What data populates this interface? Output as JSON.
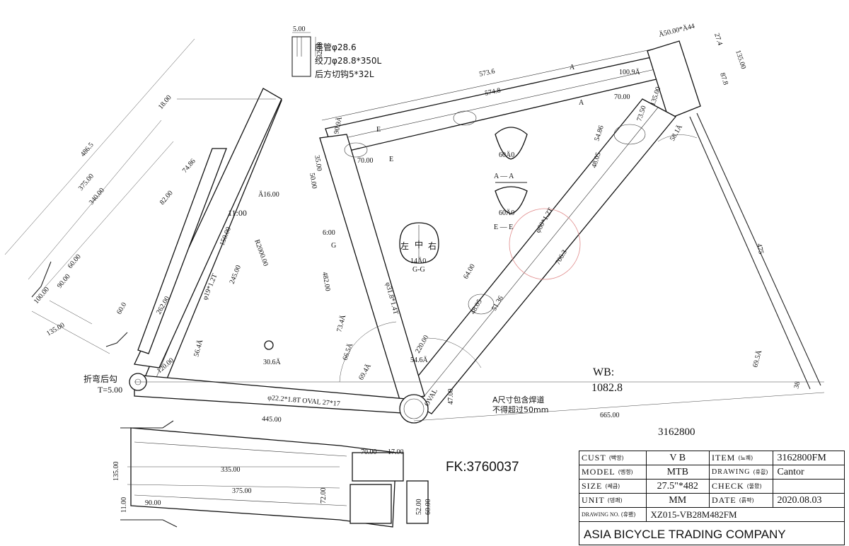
{
  "drawing": {
    "seat_insert_notes": [
      "座管φ28.6",
      "绞刀φ28.8*350L",
      "后方切钩5*32L"
    ],
    "insert_dims": [
      "5.00",
      "32.00"
    ],
    "dimensions": {
      "top_tube_a": "573.6",
      "top_tube_e": "574.8",
      "head_angle": "Ä50.00*Ä44",
      "ht_dim1": "27.4",
      "ht_dim2": "135.00",
      "ht_dim3": "87.8",
      "ht_offset": "35.00",
      "ht_box": "100.9Ä",
      "ht_70": "70.00",
      "ht_135": "135.00",
      "dt_73": "73.50",
      "dt_5486": "54.86",
      "dt_4805": "48.05",
      "ht_angle": "58.1Ä",
      "st_angle_top": "90.9Ä",
      "st_35": "35.00",
      "st_70": "70.00",
      "st_50": "50.00",
      "st_a16": "Ä16.00",
      "st_482": "482.00",
      "st_tube": "φ31.8*1.4T",
      "st_angle": "73.4Ä",
      "st_66": "66.5Ä",
      "st_69": "69.4Ä",
      "dt_tube": "φ60*1.2T",
      "dt_706": "706.3",
      "dt_64": "64.00",
      "dt_48": "48.05",
      "dt_5136": "51.36",
      "dt_220": "220.00",
      "dt_546": "54.6Ä",
      "bb_oval": "OVAL",
      "bb_47": "47.00",
      "ss_tube": "φ19*1.2T",
      "ss_245": "245.00",
      "ss_r2000": "R2000.00",
      "ss_150": "150.00",
      "ss_1100": "11:00",
      "ss_600": "6:00",
      "ss_g": "G",
      "cs_tube": "φ22.2*1.8T OVAL 27*17",
      "cs_445": "445.00",
      "wb_665": "665.00",
      "reach_475": "475",
      "angle_695": "69.5Ä",
      "dim_38": "38",
      "rear_4865": "486.5",
      "rear_375": "375.00",
      "rear_340": "340.00",
      "rear_74": "74.86",
      "rear_82": "82.00",
      "rear_18": "18.00",
      "rear_60": "60.00",
      "rear_90": "90.00",
      "rear_100": "100.00",
      "rear_135": "135.00",
      "rear_600": "60.0",
      "rear_262": "262.00",
      "rear_56": "56.4Ä",
      "rear_120": "120.00",
      "rear_30": "30.6Ä",
      "dropout_note": "折弯后勾",
      "dropout_t": "T=5.00",
      "section_aa": "A — A",
      "section_ee": "E — E",
      "section_gg": "G-G",
      "section_60": "60Ä0",
      "section_left": "左",
      "section_right": "右",
      "section_mid": "中",
      "section_14": "14Ä0",
      "label_a": "A",
      "label_e": "E",
      "bot_135": "135.00",
      "bot_335": "335.00",
      "bot_375": "375.00",
      "bot_90": "90.00",
      "bot_70": "70.00",
      "bot_17": "17.00",
      "bot_72": "72.00",
      "bot_52": "52.00",
      "bot_60": "60.00",
      "bot_11": "11.00"
    },
    "wb_label": "WB:",
    "wb_value": "1082.8",
    "note_line1": "A尺寸包含焊道",
    "note_line2": "不得超过50mm",
    "part_number": "3162800",
    "fk_code": "FK:3760037"
  },
  "title_block": {
    "cust_label": "CUST",
    "cust_kr": "(빡땅)",
    "cust_value": "V B",
    "item_label": "ITEM",
    "item_kr": "(뇨퀘)",
    "item_value": "3162800FM",
    "model_label": "MODEL",
    "model_kr": "(뗌쳉)",
    "model_value": "MTB",
    "drawing_label": "DRAWING",
    "drawing_kr": "(휴흾)",
    "drawing_value": "Cantor",
    "size_label": "SIZE",
    "size_kr": "(쎄큼)",
    "size_value": "27.5\"*482",
    "check_label": "CHECK",
    "check_kr": "(뚤뫘)",
    "check_value": "",
    "unit_label": "UNIT",
    "unit_kr": "(뎅쾌)",
    "unit_value": "MM",
    "date_label": "DATE",
    "date_kr": "(흙퍅)",
    "date_value": "2020.08.03",
    "drawing_no_label": "DRAWING NO.",
    "drawing_no_kr": "(휴뵀)",
    "drawing_no_value": "XZ015-VB28M482FM",
    "company": "ASIA BICYCLE TRADING COMPANY"
  }
}
